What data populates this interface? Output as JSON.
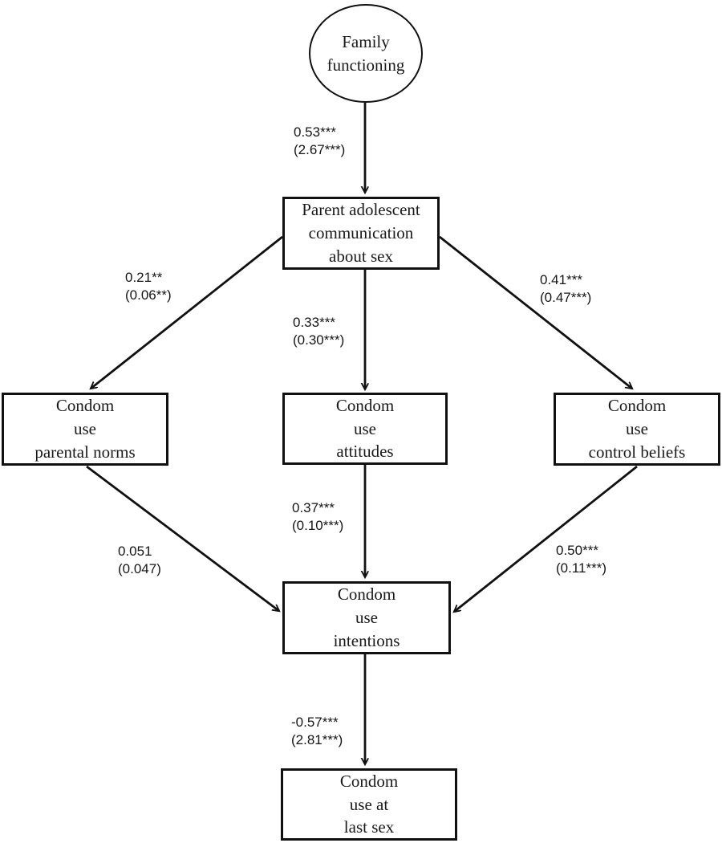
{
  "diagram": {
    "background": "#ffffff",
    "line_color": "#111111",
    "text_color": "#1a1a1a",
    "nodes": {
      "family_functioning": {
        "label": "Family\nfunctioning",
        "shape": "ellipse"
      },
      "parent_communication": {
        "label": "Parent adolescent\ncommunication\nabout sex",
        "shape": "rect"
      },
      "parental_norms": {
        "label": "Condom\nuse\nparental norms",
        "shape": "rect"
      },
      "attitudes": {
        "label": "Condom\nuse\nattitudes",
        "shape": "rect"
      },
      "control_beliefs": {
        "label": "Condom\nuse\ncontrol beliefs",
        "shape": "rect"
      },
      "intentions": {
        "label": "Condom\nuse\nintentions",
        "shape": "rect"
      },
      "last_sex": {
        "label": "Condom\nuse at\nlast sex",
        "shape": "rect"
      }
    },
    "edges": [
      {
        "from": "family_functioning",
        "to": "parent_communication",
        "label": "0.53***\n(2.67***)"
      },
      {
        "from": "parent_communication",
        "to": "parental_norms",
        "label": "0.21**\n(0.06**)"
      },
      {
        "from": "parent_communication",
        "to": "attitudes",
        "label": "0.33***\n(0.30***)"
      },
      {
        "from": "parent_communication",
        "to": "control_beliefs",
        "label": "0.41***\n(0.47***)"
      },
      {
        "from": "parental_norms",
        "to": "intentions",
        "label": "0.051\n(0.047)"
      },
      {
        "from": "attitudes",
        "to": "intentions",
        "label": "0.37***\n(0.10***)"
      },
      {
        "from": "control_beliefs",
        "to": "intentions",
        "label": "0.50***\n(0.11***)"
      },
      {
        "from": "intentions",
        "to": "last_sex",
        "label": "-0.57***\n(2.81***)"
      }
    ]
  }
}
